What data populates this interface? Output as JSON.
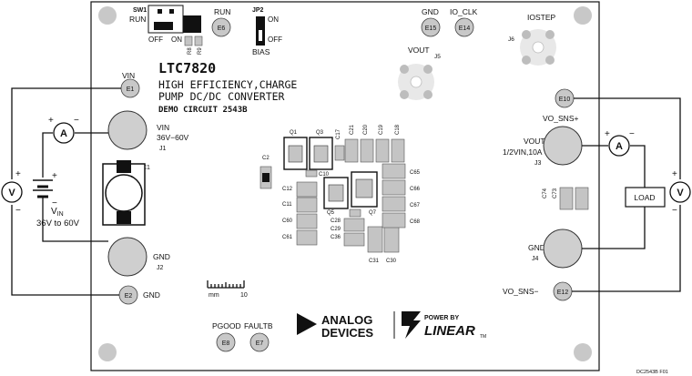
{
  "board": {
    "part": "LTC7820",
    "line1": "HIGH EFFICIENCY,CHARGE",
    "line2": "PUMP DC/DC CONVERTER",
    "line3": "DEMO CIRCUIT 2543B"
  },
  "switches": {
    "sw1_id": "SW1",
    "sw1_name": "RUN",
    "sw1_off": "OFF",
    "sw1_on": "ON",
    "r_left": "R8",
    "r_right": "R9",
    "jp2_id": "JP2",
    "jp2_on": "ON",
    "jp2_off": "OFF",
    "jp2_name": "BIAS"
  },
  "turrets": {
    "e6": "E6",
    "run": "RUN",
    "e15": "E15",
    "gnd_top": "GND",
    "e14": "E14",
    "ioclk": "IO_CLK",
    "iostep": "IOSTEP",
    "j6": "J6",
    "vout_top": "VOUT",
    "j5": "J5",
    "e1": "E1",
    "vin_label": "VIN",
    "e2": "E2",
    "gnd_bottom": "GND",
    "e10": "E10",
    "vo_sns_plus": "VO_SNS+",
    "e12": "E12",
    "vo_sns_minus": "VO_SNS−",
    "e8": "E8",
    "pgood": "PGOOD",
    "e7": "E7",
    "faultb": "FAULTB"
  },
  "jacks": {
    "j1_name": "VIN",
    "j1_range": "36V−60V",
    "j1_id": "J1",
    "j2_name": "GND",
    "j2_id": "J2",
    "j3_name": "VOUT",
    "j3_range": "1/2VIN,10A",
    "j3_id": "J3",
    "j4_name": "GND",
    "j4_id": "J4"
  },
  "components": {
    "c1": "C1",
    "c2": "C2",
    "q1": "Q1",
    "q3": "Q3",
    "c17": "C17",
    "c21": "C21",
    "c20": "C20",
    "c19": "C19",
    "c18": "C18",
    "c10": "C10",
    "c12": "C12",
    "c11": "C11",
    "c60": "C60",
    "c61": "C61",
    "q5": "Q5",
    "q7": "Q7",
    "c28": "C28",
    "c29": "C29",
    "c36": "C36",
    "c31": "C31",
    "c30": "C30",
    "c65": "C65",
    "c66": "C66",
    "c67": "C67",
    "c68": "C68",
    "c74": "C74",
    "c73": "C73"
  },
  "ruler": {
    "unit": "mm",
    "value": "10"
  },
  "external": {
    "ammeter_symbol": "A",
    "voltmeter_symbol": "V",
    "battery_plus": "+",
    "battery_minus": "−",
    "vin_main": "V",
    "vin_sub": "IN",
    "vin_range": "36V to 60V",
    "load": "LOAD"
  },
  "logos": {
    "adi_line1": "ANALOG",
    "adi_line2": "DEVICES",
    "lt_line1": "POWER BY",
    "lt_line2": "LINEAR",
    "tm": "TM"
  },
  "figure_id": "DC2543B F01"
}
